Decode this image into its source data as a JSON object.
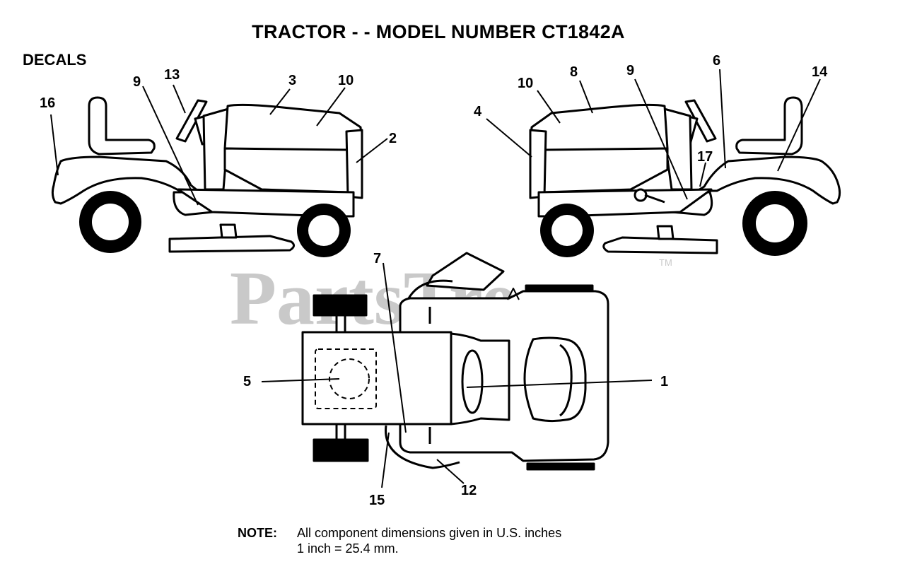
{
  "title": "TRACTOR - - MODEL NUMBER CT1842A",
  "section_label": "DECALS",
  "watermark": {
    "text": "PartsTree",
    "mark": "TM"
  },
  "callouts": {
    "left_view": [
      "16",
      "9",
      "13",
      "3",
      "10",
      "2"
    ],
    "right_view": [
      "4",
      "10",
      "8",
      "9",
      "6",
      "14",
      "17"
    ],
    "top_view": [
      "7",
      "5",
      "1",
      "15",
      "12"
    ]
  },
  "note": {
    "label": "NOTE:",
    "line1": "All component dimensions given in U.S. inches",
    "line2": "1 inch = 25.4 mm."
  }
}
